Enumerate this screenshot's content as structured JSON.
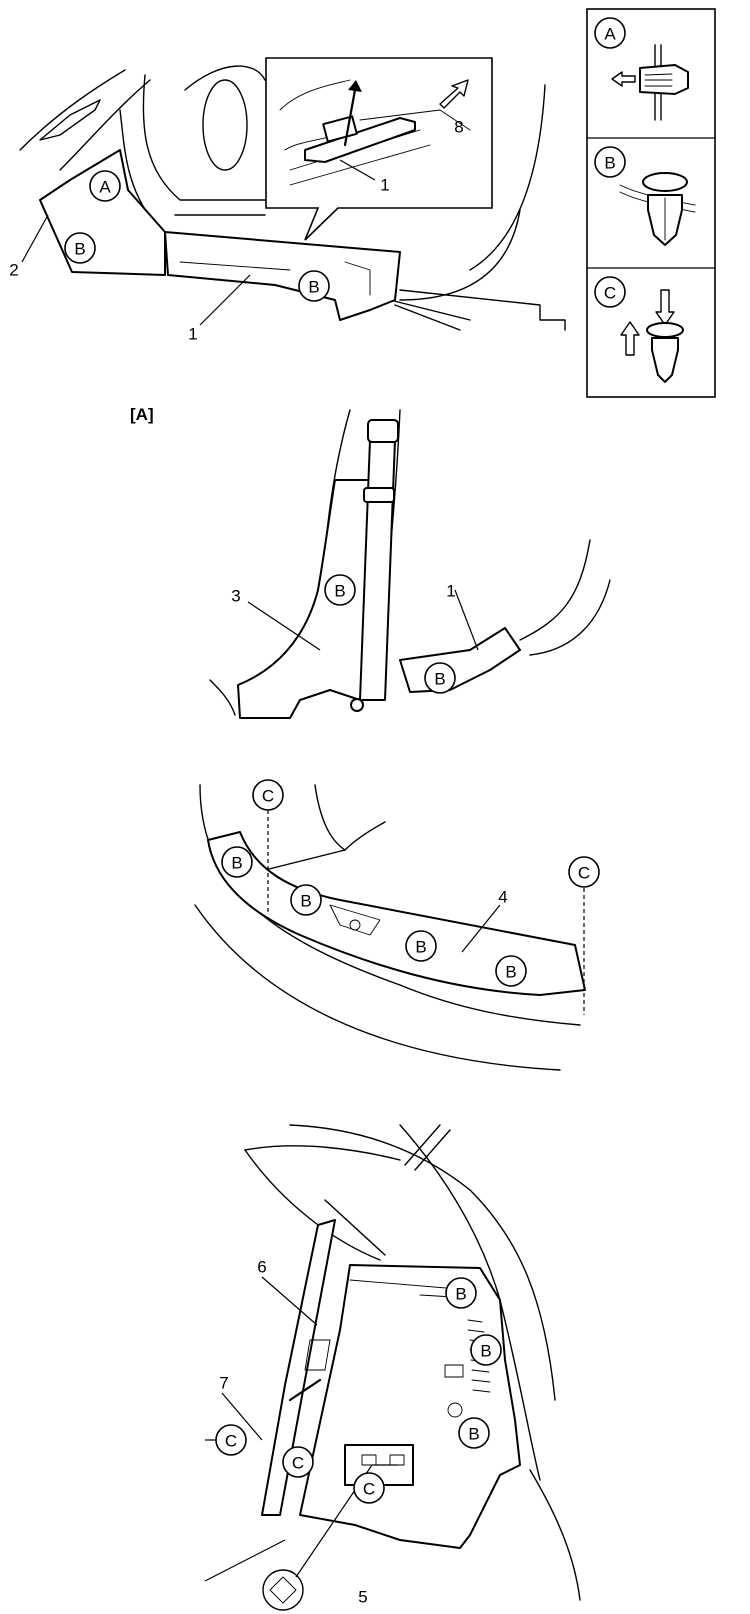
{
  "callouts": {
    "a": "A",
    "b": "B",
    "c": "C"
  },
  "numbers": {
    "n1": "1",
    "n2": "2",
    "n3": "3",
    "n4": "4",
    "n5": "5",
    "n6": "6",
    "n7": "7",
    "n8": "8"
  },
  "section_label": "[A]",
  "legend": {
    "a": "A",
    "b": "B",
    "c": "C"
  }
}
